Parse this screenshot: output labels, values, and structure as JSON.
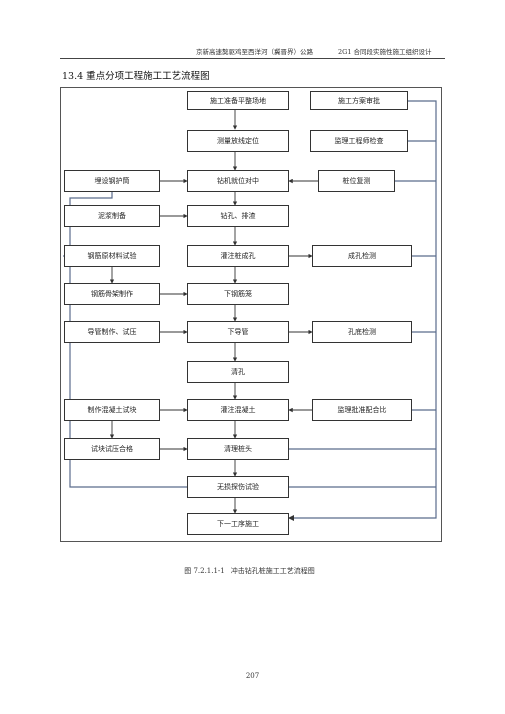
{
  "header": {
    "left": "京新高速獒驱鸡至西洋河（冀晋界）公路",
    "right": "2G1 合同段实施性施工组织设计"
  },
  "section_title": "13.4 重点分项工程施工工艺流程图",
  "nodes": {
    "prep": "施工准备平整场地",
    "plan_approval": "施工方案审批",
    "survey": "测量放线定位",
    "supervisor_check": "监理工程师检查",
    "casing": "埋设钢护筒",
    "rig_center": "钻机就位对中",
    "pile_recheck": "桩位复测",
    "mud": "泥浆制备",
    "drill": "钻孔、排渣",
    "rebar_test": "钢筋原材料试验",
    "hole_done": "灌注桩成孔",
    "hole_inspect": "成孔检测",
    "cage_make": "钢筋骨架制作",
    "cage_lower": "下钢筋笼",
    "tremie_make": "导管制作、试压",
    "tremie_lower": "下导管",
    "bottom_inspect": "孔底检测",
    "clean": "清孔",
    "specimen_make": "制作混凝土试块",
    "pour": "灌注混凝土",
    "mix_approval": "监理批准配合比",
    "specimen_ok": "试块试压合格",
    "pile_head": "清理桩头",
    "ndt": "无损探伤试验",
    "next": "下一工序施工"
  },
  "caption": {
    "number": "图 7.2.1.1-1",
    "text": "冲击钻孔桩施工工艺流程图"
  },
  "page_number": "207"
}
